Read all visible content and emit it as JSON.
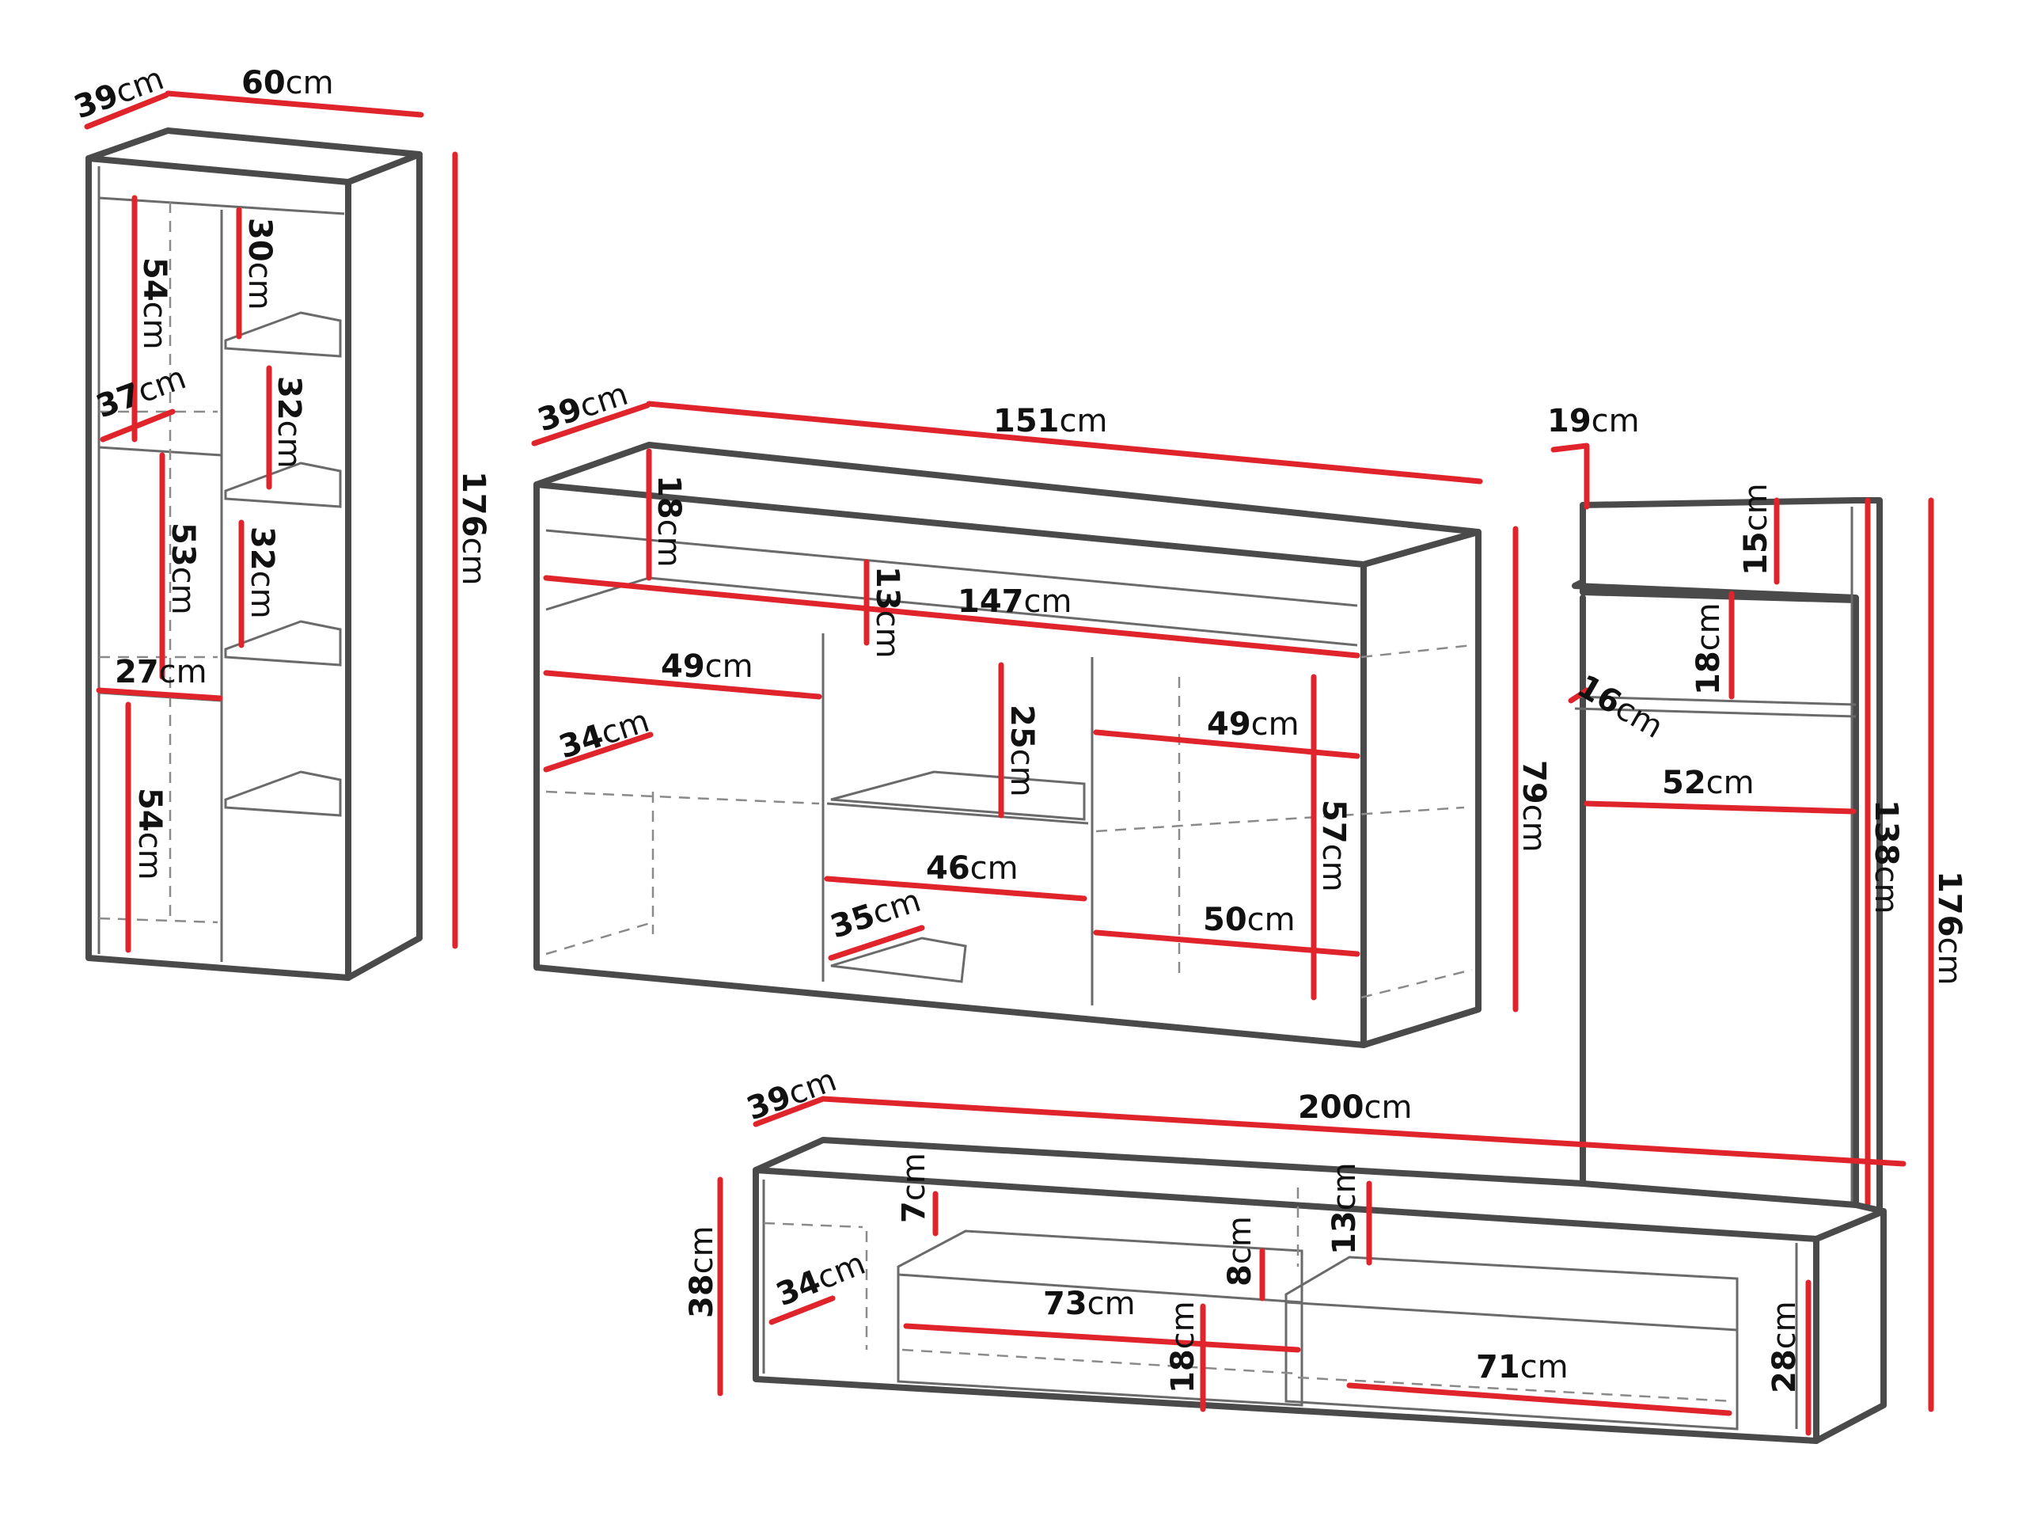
{
  "bookcase": {
    "depth": "39",
    "width": "60",
    "height": "176",
    "inner": [
      "54",
      "30",
      "32",
      "37",
      "53",
      "32",
      "27",
      "54"
    ]
  },
  "sideboard": {
    "depth": "39",
    "width": "151",
    "top": "18",
    "gap": "13",
    "inner_width": "147",
    "left_width": "49",
    "left_depth": "34",
    "mid_shelf": "25",
    "mid_width": "46",
    "mid_depth": "35",
    "right_width": "49",
    "right_height": "57",
    "right_bottom": "50",
    "height": "79"
  },
  "wall_panel": {
    "depth": "19",
    "shelf1": "15",
    "shelf2": "18",
    "shelf_depth": "16",
    "width": "52",
    "height": "138",
    "total_height": "176"
  },
  "tv_stand": {
    "depth": "39",
    "width": "200",
    "height": "38",
    "front_gap": "7",
    "inner_depth": "34",
    "drawer_gap": "8",
    "drawer_top": "13",
    "drawer_width": "73",
    "drawer_height": "18",
    "right_width": "71",
    "right_height": "28"
  },
  "unit": "cm",
  "colors": {
    "dimension": "#e0242c",
    "outline": "#4a4a4a",
    "text": "#111111"
  }
}
